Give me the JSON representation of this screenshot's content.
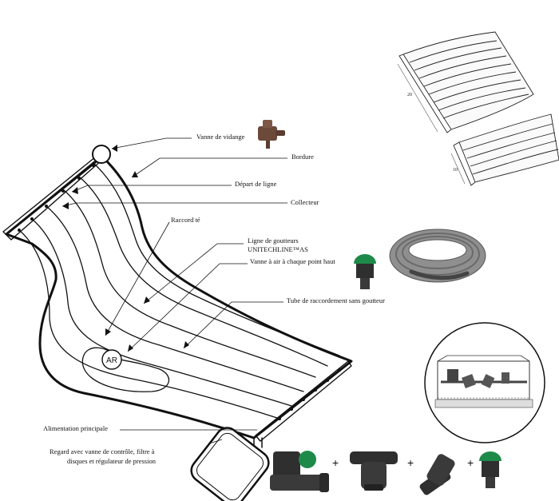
{
  "labels": {
    "vanne_vidange": "Vanne de vidange",
    "bordure": "Bordure",
    "depart_ligne": "Départ de ligne",
    "collecteur": "Collecteur",
    "raccord_te": "Raccord té",
    "ligne_goutteurs_1": "Ligne de goutteurs",
    "ligne_goutteurs_2": "UNITECHLINE™AS",
    "vanne_air": "Vanne à air à chaque point haut",
    "tube_raccordement": "Tube de raccordement sans goutteur",
    "alimentation": "Alimentation principale",
    "regard_1": "Regard avec vanne de contrôle, filtre à",
    "regard_2": "disques et régulateur de pression",
    "ar_marker": "AR"
  },
  "plus_signs": [
    "+",
    "+",
    "+"
  ],
  "colors": {
    "line": "#111111",
    "valve_brown": "#6b4a3a",
    "green_cap": "#1e8a4a",
    "dark_part": "#2f2f2f",
    "hose_grey": "#8a8a8a"
  },
  "icons": [
    "drain-valve-icon",
    "air-valve-icon",
    "tubing-coil-icon",
    "control-valve-icon",
    "disc-filter-icon",
    "pressure-regulator-icon"
  ]
}
